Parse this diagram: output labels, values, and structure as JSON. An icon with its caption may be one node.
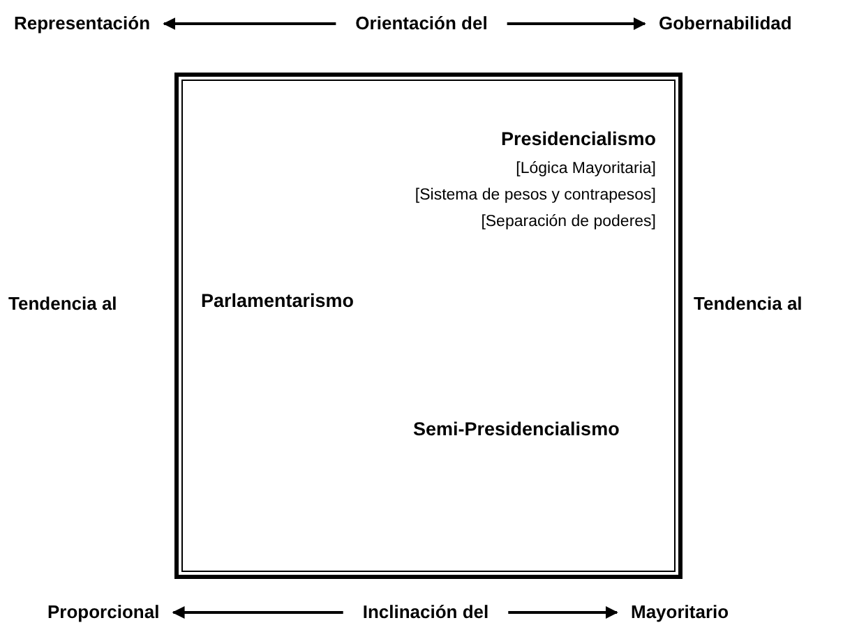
{
  "diagram": {
    "nodes": [
      {
        "text": [
          "Representación"
        ]
      },
      {
        "text": [
          "Orientación del"
        ]
      },
      {
        "text": [
          "Gobernabilidad"
        ]
      },
      {
        "text": [],
        "shape": "box"
      },
      {
        "text": [
          "Presidencialismo",
          "[Lógica Mayoritaria]",
          "[Sistema de pesos y contrapesos]",
          "[Separación de poderes]"
        ],
        "in": 3
      },
      {
        "text": [
          "Parlamentarismo"
        ],
        "in": 3
      },
      {
        "text": [
          "Semi-Presidencialismo"
        ],
        "in": 3
      },
      {
        "text": [
          "Proporcional"
        ]
      },
      {
        "text": [
          "Inclinación del"
        ]
      },
      {
        "text": [
          "Mayoritario"
        ]
      }
    ],
    "edges": [
      {
        "from": 1,
        "to": 0,
        "arrow": "to"
      },
      {
        "from": 1,
        "to": 2,
        "arrow": "to"
      },
      {
        "from": 8,
        "to": 7,
        "arrow": "to"
      },
      {
        "from": 8,
        "to": 9,
        "arrow": "to"
      }
    ],
    "labels": [
      "Tendencia al",
      "Tendencia al"
    ]
  }
}
